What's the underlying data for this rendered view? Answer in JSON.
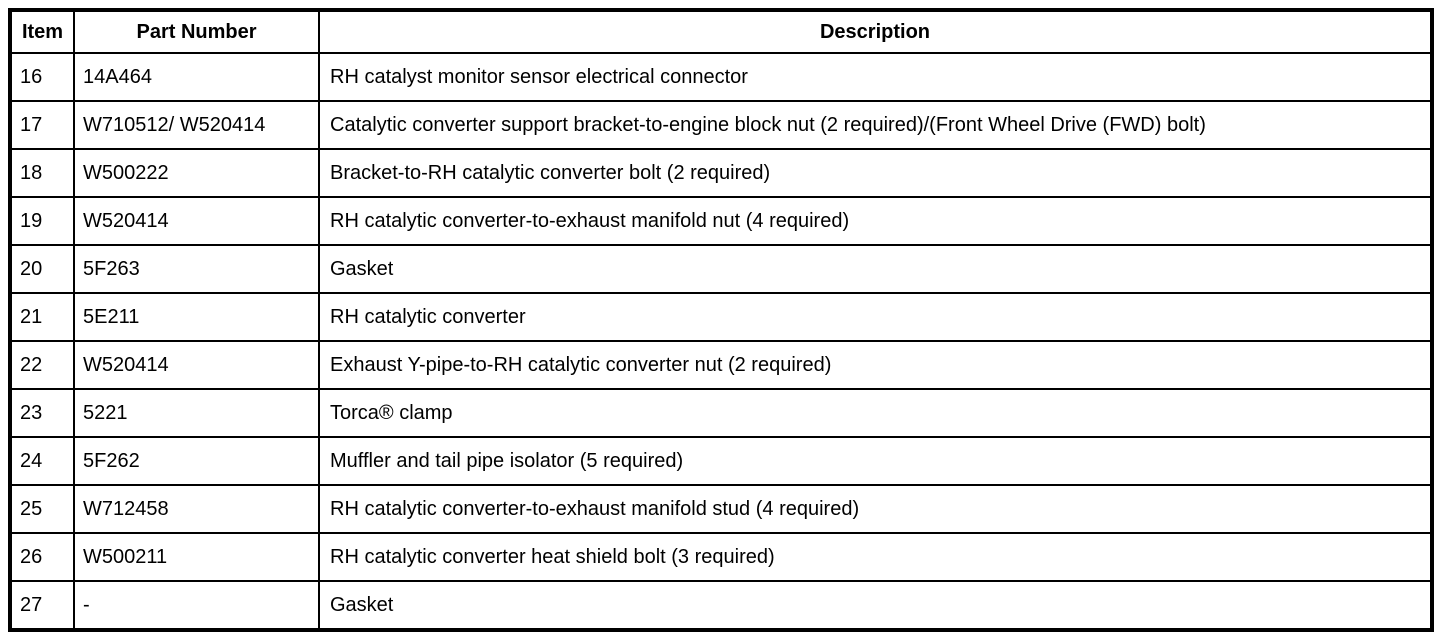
{
  "table": {
    "headers": {
      "item": "Item",
      "part_number": "Part Number",
      "description": "Description"
    },
    "rows": [
      {
        "item": "16",
        "part_number": "14A464",
        "description": "RH catalyst monitor sensor electrical connector"
      },
      {
        "item": "17",
        "part_number": "W710512/ W520414",
        "description": "Catalytic converter support bracket-to-engine block nut (2 required)/(Front Wheel Drive (FWD) bolt)"
      },
      {
        "item": "18",
        "part_number": "W500222",
        "description": "Bracket-to-RH catalytic converter bolt (2 required)"
      },
      {
        "item": "19",
        "part_number": "W520414",
        "description": "RH catalytic converter-to-exhaust manifold nut (4 required)"
      },
      {
        "item": "20",
        "part_number": "5F263",
        "description": "Gasket"
      },
      {
        "item": "21",
        "part_number": "5E211",
        "description": "RH catalytic converter"
      },
      {
        "item": "22",
        "part_number": "W520414",
        "description": "Exhaust Y-pipe-to-RH catalytic converter nut (2 required)"
      },
      {
        "item": "23",
        "part_number": "5221",
        "description": "Torca® clamp"
      },
      {
        "item": "24",
        "part_number": "5F262",
        "description": "Muffler and tail pipe isolator (5 required)"
      },
      {
        "item": "25",
        "part_number": "W712458",
        "description": "RH catalytic converter-to-exhaust manifold stud (4 required)"
      },
      {
        "item": "26",
        "part_number": "W500211",
        "description": "RH catalytic converter heat shield bolt (3 required)"
      },
      {
        "item": "27",
        "part_number": "-",
        "description": "Gasket"
      }
    ],
    "border_color": "#000000",
    "background_color": "#ffffff",
    "text_color": "#000000"
  }
}
